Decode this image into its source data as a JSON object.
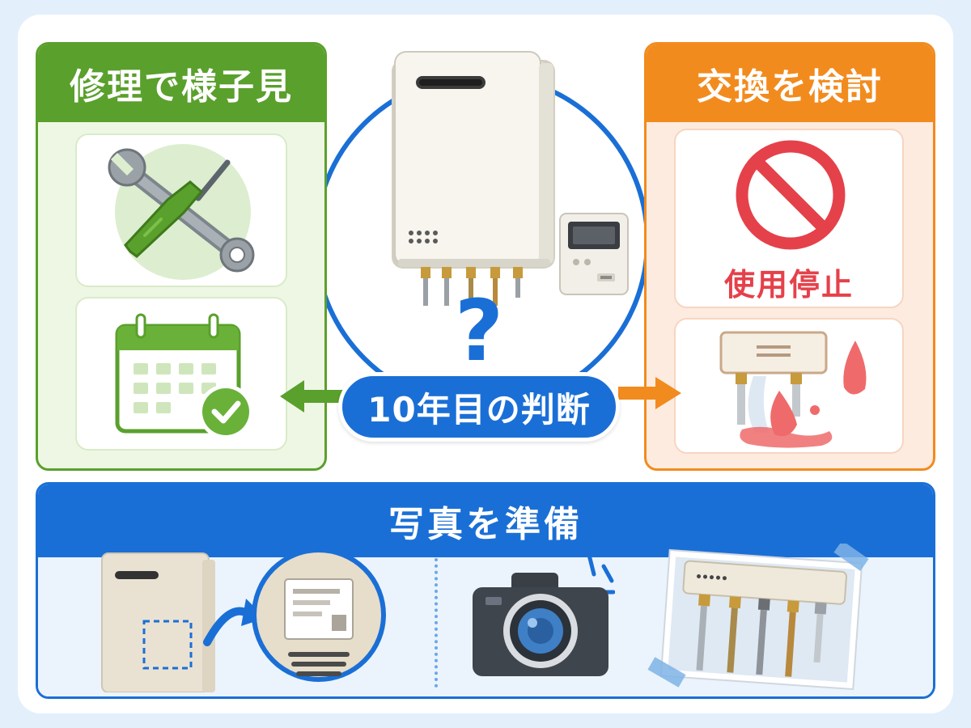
{
  "left_panel": {
    "title": "修理で様子見",
    "color": "#5aa02c",
    "icons": [
      "wrench-icon",
      "screwdriver-icon",
      "calendar-check-icon"
    ]
  },
  "right_panel": {
    "title": "交換を検討",
    "color": "#f28b1e",
    "stop_label": "使用停止",
    "icons": [
      "prohibited-icon",
      "water-leak-icon"
    ]
  },
  "center": {
    "decision_label": "10年目の判断",
    "question_mark": "?",
    "icons": [
      "water-heater-icon",
      "remote-controller-icon"
    ]
  },
  "bottom_panel": {
    "title": "写真を準備",
    "color": "#1a6fd6",
    "icons": [
      "nameplate-zoom-icon",
      "camera-icon",
      "piping-photo-icon"
    ]
  }
}
